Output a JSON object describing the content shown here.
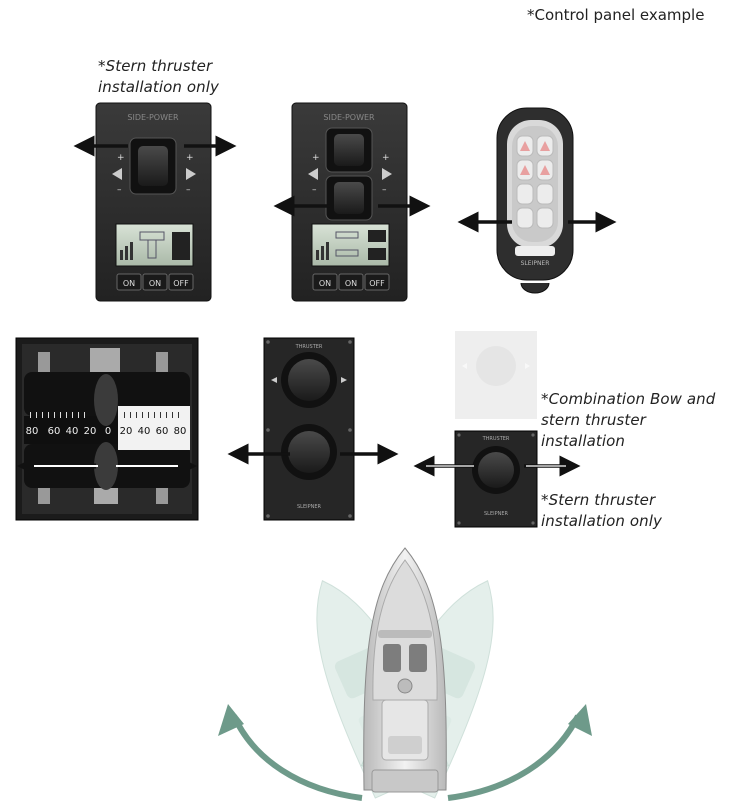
{
  "header": {
    "note": "*Control panel example"
  },
  "panels": {
    "single_touch": {
      "note_lines": [
        "*Stern thruster",
        "installation only"
      ],
      "brand": "SIDE-POWER",
      "buttons": [
        "ON",
        "ON",
        "OFF"
      ]
    },
    "dual_touch": {
      "brand": "SIDE-POWER",
      "buttons": [
        "ON",
        "ON",
        "OFF"
      ]
    },
    "remote": {
      "brand": "SLEIPNER"
    },
    "dual_lever": {
      "scale_ticks": [
        "80",
        "60",
        "40",
        "20",
        "0",
        "20",
        "40",
        "60",
        "80"
      ]
    },
    "dual_joystick": {
      "label_top": "THRUSTER",
      "brand": "SLEIPNER"
    },
    "combination": {
      "note_top_lines": [
        "*Combination Bow and",
        "stern thruster installation"
      ],
      "note_bottom_lines": [
        "*Stern thruster",
        "installation only"
      ],
      "label_top": "THRUSTER",
      "brand": "SLEIPNER"
    }
  },
  "colors": {
    "arrow": "#111111",
    "turn_arrow": "#6e9a8a",
    "panel": "#2a2a2a"
  }
}
